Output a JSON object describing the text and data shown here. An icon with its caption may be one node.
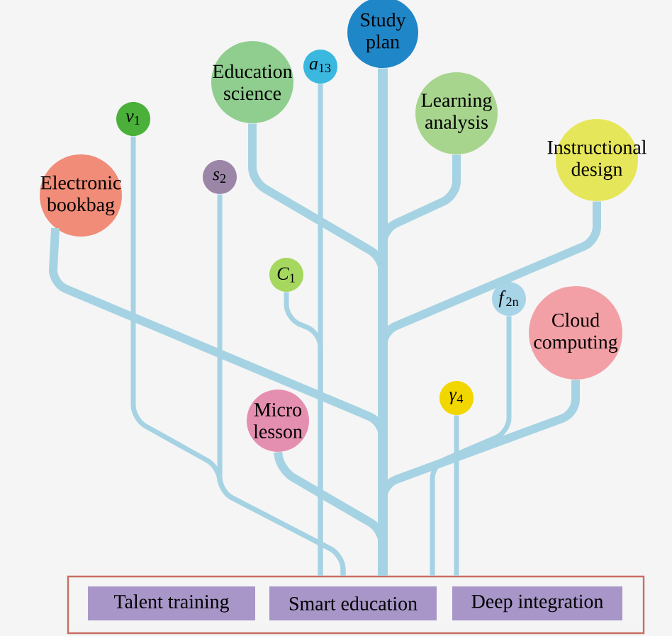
{
  "diagram": {
    "nodes": [
      {
        "text": [
          "Study plan"
        ]
      },
      {
        "text": [
          "Education science"
        ]
      },
      {
        "text": [
          "*a*$_{13}$"
        ]
      },
      {
        "text": [
          "Learning analysis"
        ]
      },
      {
        "text": [
          "*v*$_{1}$"
        ]
      },
      {
        "text": [
          "Instructional design"
        ]
      },
      {
        "text": [
          "*s*$_{2}$"
        ]
      },
      {
        "text": [
          "Electronic bookbag"
        ]
      },
      {
        "text": [
          "*C*$_{1}$"
        ]
      },
      {
        "text": [
          "*f*$_{2n}$"
        ]
      },
      {
        "text": [
          "Cloud computing"
        ]
      },
      {
        "text": [
          "*γ*$_{4}$"
        ]
      },
      {
        "text": [
          "Micro lesson"
        ]
      },
      {
        "text": [],
        "shape": "box"
      },
      {
        "text": [
          "Talent training"
        ],
        "in": 13
      },
      {
        "text": [
          "Smart education"
        ],
        "in": 13
      },
      {
        "text": [
          "Deep integration"
        ],
        "in": 13
      }
    ],
    "edges": [
      {
        "from": 0,
        "to": 13,
        "arrow": "none"
      },
      {
        "from": 1,
        "to": 13,
        "arrow": "none"
      },
      {
        "from": 2,
        "to": 13,
        "arrow": "none"
      },
      {
        "from": 3,
        "to": 13,
        "arrow": "none"
      },
      {
        "from": 4,
        "to": 13,
        "arrow": "none"
      },
      {
        "from": 5,
        "to": 13,
        "arrow": "none"
      },
      {
        "from": 6,
        "to": 13,
        "arrow": "none"
      },
      {
        "from": 7,
        "to": 13,
        "arrow": "none"
      },
      {
        "from": 8,
        "to": 13,
        "arrow": "none"
      },
      {
        "from": 9,
        "to": 13,
        "arrow": "none"
      },
      {
        "from": 10,
        "to": 13,
        "arrow": "none"
      },
      {
        "from": 11,
        "to": 13,
        "arrow": "none"
      },
      {
        "from": 12,
        "to": 13,
        "arrow": "none"
      }
    ]
  }
}
